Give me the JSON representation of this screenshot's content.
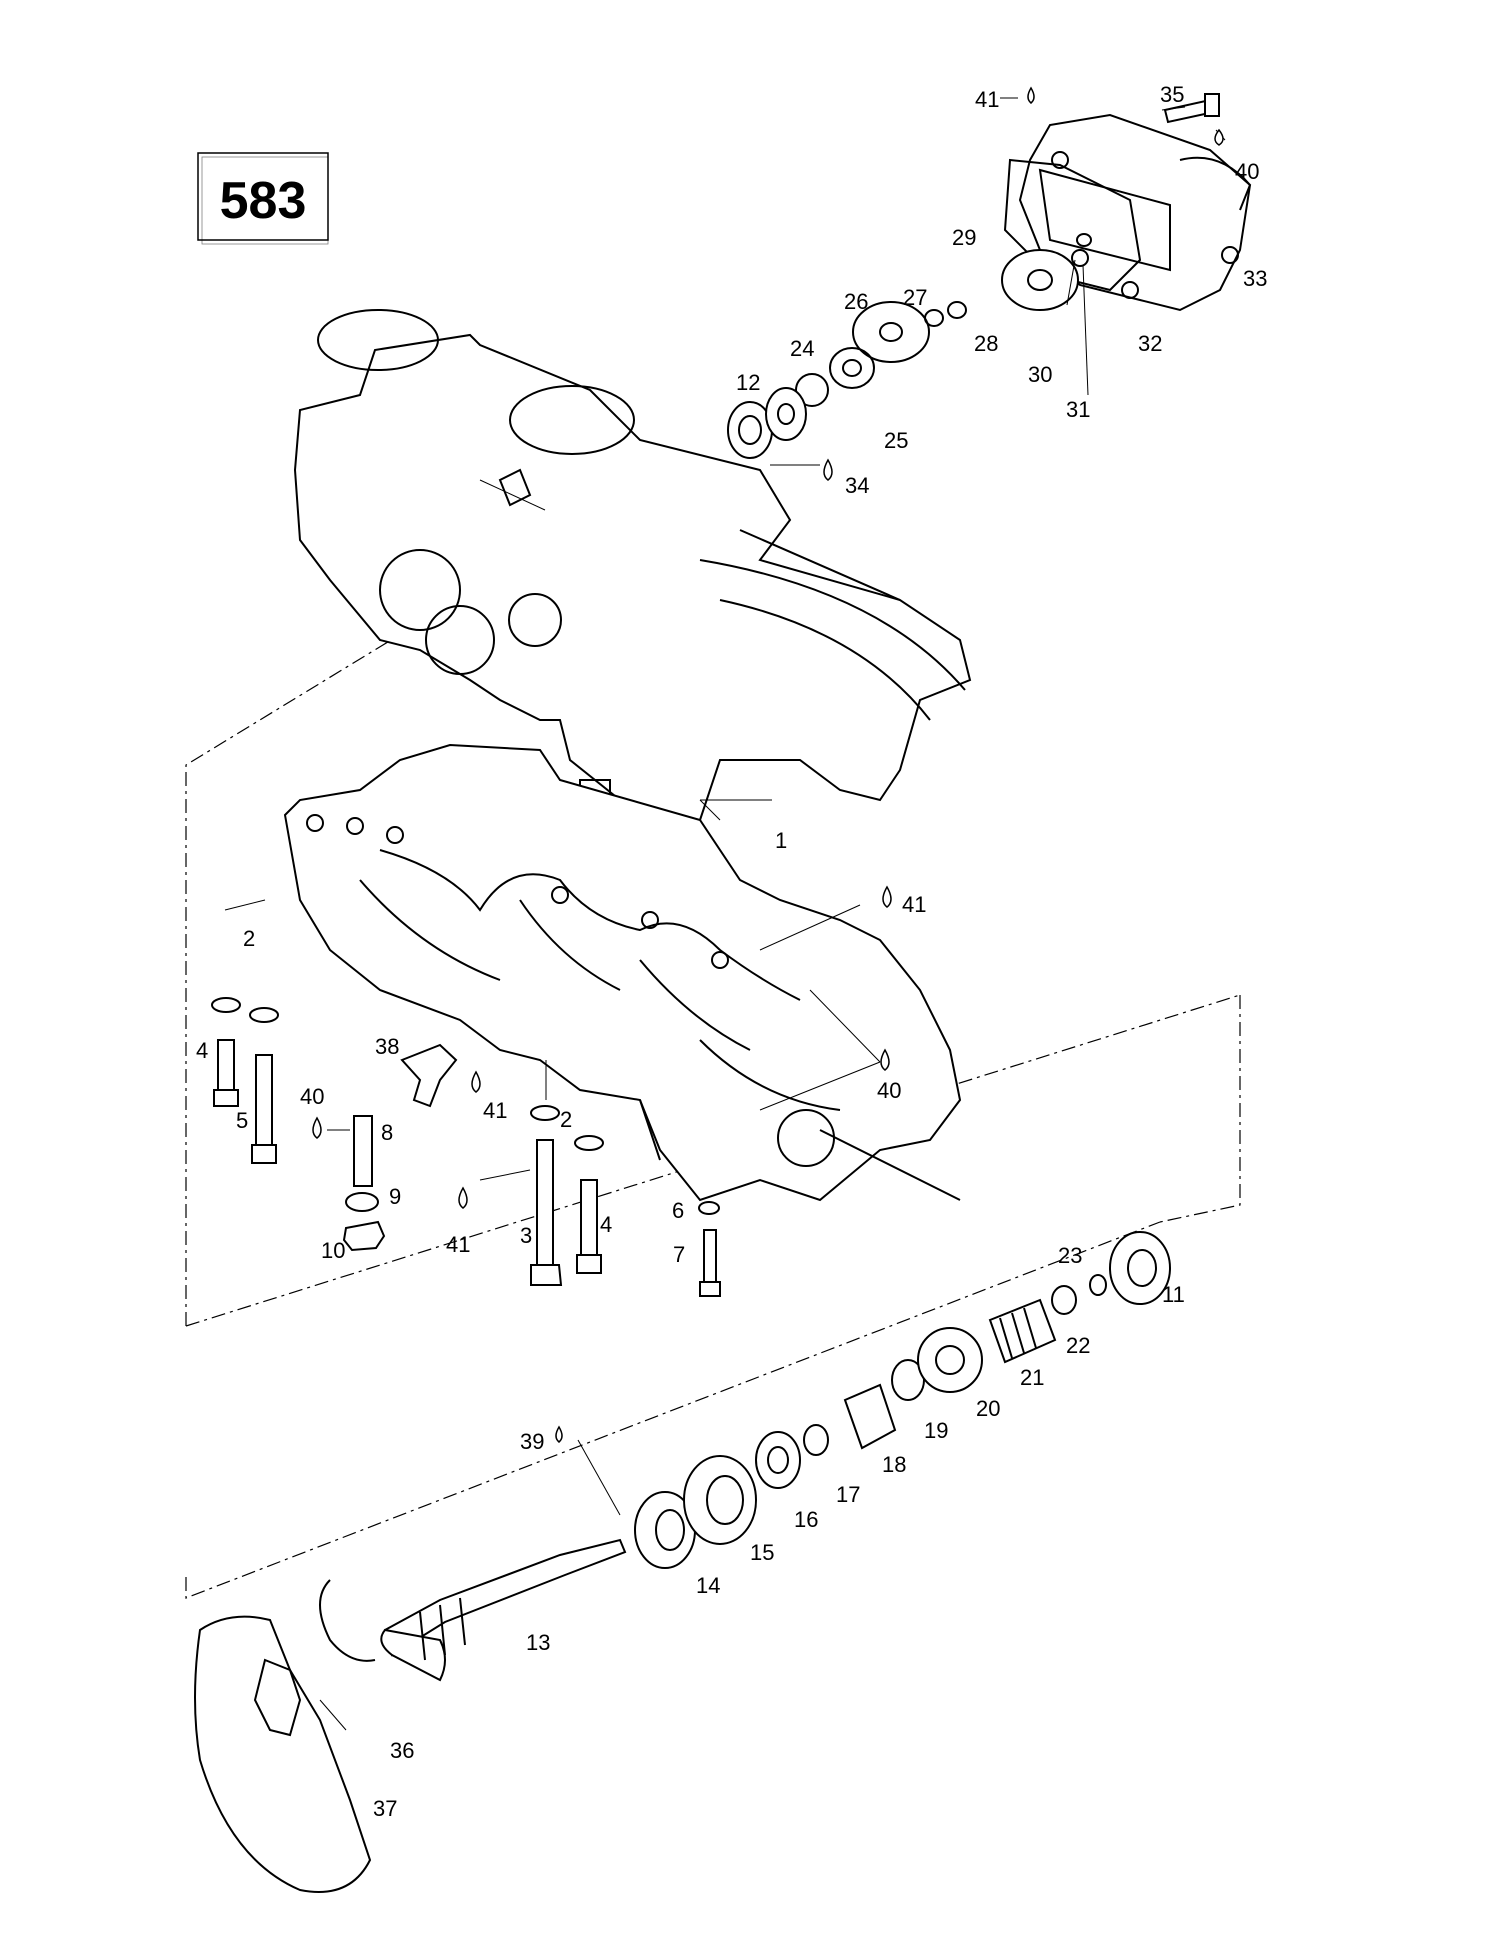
{
  "diagram": {
    "model_code": "583",
    "callouts": {
      "c1": "1",
      "c2a": "2",
      "c2b": "2",
      "c3": "3",
      "c4a": "4",
      "c4b": "4",
      "c5": "5",
      "c6": "6",
      "c7": "7",
      "c8": "8",
      "c9": "9",
      "c10": "10",
      "c11": "11",
      "c12": "12",
      "c13": "13",
      "c14": "14",
      "c15": "15",
      "c16": "16",
      "c17": "17",
      "c18": "18",
      "c19": "19",
      "c20": "20",
      "c21": "21",
      "c22": "22",
      "c23": "23",
      "c24": "24",
      "c25": "25",
      "c26": "26",
      "c27": "27",
      "c28": "28",
      "c29": "29",
      "c30": "30",
      "c31": "31",
      "c32": "32",
      "c33": "33",
      "c34": "34",
      "c35": "35",
      "c36": "36",
      "c37": "37",
      "c38": "38",
      "c39": "39",
      "c40a": "40",
      "c40b": "40",
      "c40c": "40",
      "c41a": "41",
      "c41b": "41",
      "c41c": "41",
      "c41d": "41"
    }
  }
}
